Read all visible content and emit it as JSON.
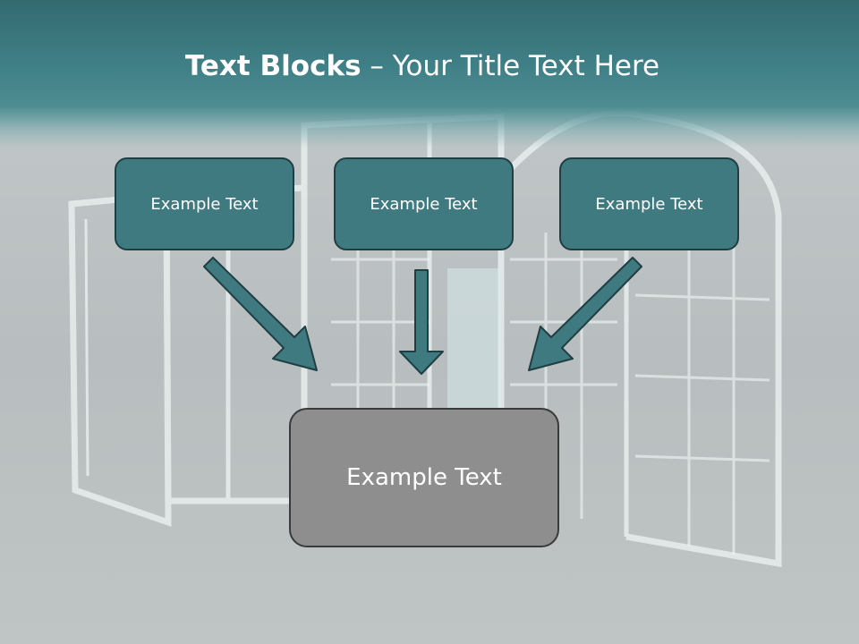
{
  "slide": {
    "title_bold": "Text Blocks",
    "title_dash": " – ",
    "title_rest": "Your Title Text Here"
  },
  "boxes": {
    "top": [
      "Example Text",
      "Example Text",
      "Example Text"
    ],
    "bottom": "Example Text"
  },
  "colors": {
    "header": "#3f8086",
    "box_fill": "#3f7a80",
    "box_border": "#1f3f42",
    "arrow": "#3f7a80",
    "bottom_box": "#8e8e8e"
  }
}
